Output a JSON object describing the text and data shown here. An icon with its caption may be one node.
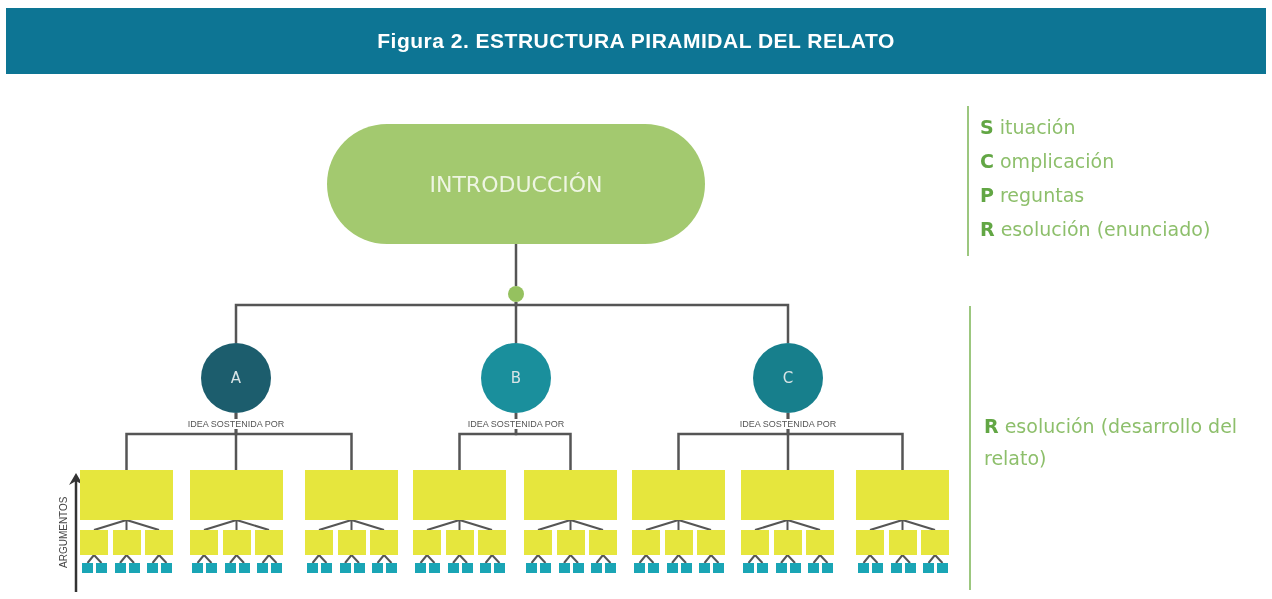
{
  "diagram": {
    "title": "Figura 2. ESTRUCTURA PIRAMIDAL DEL RELATO",
    "nodes": [
      {
        "text": [
          "INTRODUCCIÓN"
        ]
      },
      {
        "text": [],
        "shape": "circle"
      },
      {
        "text": [
          "A"
        ],
        "beside": [
          "IDEA SOSTENIDA POR"
        ]
      },
      {
        "text": [
          "B"
        ],
        "beside": [
          "IDEA SOSTENIDA POR"
        ]
      },
      {
        "text": [
          "C"
        ],
        "beside": [
          "IDEA SOSTENIDA POR"
        ]
      },
      {
        "text": [],
        "shape": "box"
      },
      {
        "text": [],
        "shape": "box"
      },
      {
        "text": [],
        "shape": "box"
      },
      {
        "text": [],
        "shape": "box"
      },
      {
        "text": [],
        "shape": "box"
      },
      {
        "text": [],
        "shape": "box"
      },
      {
        "text": [],
        "shape": "box"
      },
      {
        "text": [],
        "shape": "box"
      },
      {
        "text": [],
        "shape": "box"
      },
      {
        "text": [],
        "shape": "box"
      },
      {
        "text": [],
        "shape": "box"
      },
      {
        "text": [],
        "shape": "box"
      },
      {
        "text": [],
        "shape": "box"
      },
      {
        "text": [],
        "shape": "box"
      },
      {
        "text": [],
        "shape": "box"
      },
      {
        "text": [],
        "shape": "box"
      },
      {
        "text": [],
        "shape": "box"
      },
      {
        "text": [],
        "shape": "box"
      },
      {
        "text": [],
        "shape": "box"
      },
      {
        "text": [],
        "shape": "box"
      },
      {
        "text": [],
        "shape": "box"
      },
      {
        "text": [],
        "shape": "box"
      },
      {
        "text": [],
        "shape": "box"
      },
      {
        "text": [],
        "shape": "box"
      },
      {
        "text": [],
        "shape": "box"
      },
      {
        "text": [],
        "shape": "box"
      },
      {
        "text": [],
        "shape": "box"
      },
      {
        "text": [],
        "shape": "box"
      },
      {
        "text": [],
        "shape": "box"
      },
      {
        "text": [],
        "shape": "box"
      },
      {
        "text": [],
        "shape": "box"
      },
      {
        "text": [],
        "shape": "box"
      },
      {
        "text": [],
        "shape": "box"
      },
      {
        "text": [],
        "shape": "box"
      },
      {
        "text": [],
        "shape": "box"
      },
      {
        "text": [],
        "shape": "box"
      },
      {
        "text": [],
        "shape": "box"
      },
      {
        "text": [],
        "shape": "box"
      },
      {
        "text": [],
        "shape": "box"
      },
      {
        "text": [],
        "shape": "box"
      },
      {
        "text": [],
        "shape": "box"
      },
      {
        "text": [],
        "shape": "box"
      },
      {
        "text": [],
        "shape": "box"
      },
      {
        "text": [],
        "shape": "box"
      },
      {
        "text": [],
        "shape": "box"
      },
      {
        "text": [],
        "shape": "box"
      },
      {
        "text": [],
        "shape": "box"
      },
      {
        "text": [],
        "shape": "box"
      },
      {
        "text": [],
        "shape": "box"
      },
      {
        "text": [],
        "shape": "box"
      },
      {
        "text": [],
        "shape": "box"
      },
      {
        "text": [],
        "shape": "box"
      },
      {
        "text": [],
        "shape": "box"
      },
      {
        "text": [],
        "shape": "box"
      },
      {
        "text": [],
        "shape": "box"
      },
      {
        "text": [],
        "shape": "box"
      },
      {
        "text": [],
        "shape": "box"
      },
      {
        "text": [],
        "shape": "box"
      },
      {
        "text": [],
        "shape": "box"
      },
      {
        "text": [],
        "shape": "box"
      },
      {
        "text": [],
        "shape": "box"
      },
      {
        "text": [],
        "shape": "box"
      },
      {
        "text": [],
        "shape": "box"
      },
      {
        "text": [],
        "shape": "box"
      },
      {
        "text": [],
        "shape": "box"
      },
      {
        "text": [],
        "shape": "box"
      },
      {
        "text": [],
        "shape": "box"
      },
      {
        "text": [],
        "shape": "box"
      },
      {
        "text": [],
        "shape": "box"
      },
      {
        "text": [],
        "shape": "box"
      },
      {
        "text": [],
        "shape": "box"
      },
      {
        "text": [],
        "shape": "box"
      },
      {
        "text": [],
        "shape": "box"
      },
      {
        "text": [],
        "shape": "box"
      },
      {
        "text": [],
        "shape": "box"
      },
      {
        "text": [],
        "shape": "box"
      },
      {
        "text": [],
        "shape": "box"
      },
      {
        "text": [],
        "shape": "box"
      },
      {
        "text": [],
        "shape": "box"
      },
      {
        "text": [],
        "shape": "box"
      }
    ],
    "edges": [
      {
        "from": 0,
        "to": 1,
        "arrow": "none"
      },
      {
        "from": 1,
        "to": 2,
        "arrow": "none"
      },
      {
        "from": 1,
        "to": 3,
        "arrow": "none"
      },
      {
        "from": 1,
        "to": 4,
        "arrow": "none"
      },
      {
        "from": 2,
        "to": 5,
        "arrow": "none"
      },
      {
        "from": 2,
        "to": 6,
        "arrow": "none"
      },
      {
        "from": 2,
        "to": 7,
        "arrow": "none"
      },
      {
        "from": 3,
        "to": 8,
        "arrow": "none"
      },
      {
        "from": 3,
        "to": 9,
        "arrow": "none"
      },
      {
        "from": 4,
        "to": 10,
        "arrow": "none"
      },
      {
        "from": 4,
        "to": 11,
        "arrow": "none"
      },
      {
        "from": 4,
        "to": 12,
        "arrow": "none"
      },
      {
        "from": 5,
        "to": 13,
        "arrow": "none"
      },
      {
        "from": 5,
        "to": 14,
        "arrow": "none"
      },
      {
        "from": 5,
        "to": 15,
        "arrow": "none"
      },
      {
        "from": 6,
        "to": 16,
        "arrow": "none"
      },
      {
        "from": 6,
        "to": 17,
        "arrow": "none"
      },
      {
        "from": 6,
        "to": 18,
        "arrow": "none"
      },
      {
        "from": 7,
        "to": 19,
        "arrow": "none"
      },
      {
        "from": 7,
        "to": 20,
        "arrow": "none"
      },
      {
        "from": 7,
        "to": 21,
        "arrow": "none"
      },
      {
        "from": 8,
        "to": 22,
        "arrow": "none"
      },
      {
        "from": 8,
        "to": 23,
        "arrow": "none"
      },
      {
        "from": 8,
        "to": 24,
        "arrow": "none"
      },
      {
        "from": 9,
        "to": 25,
        "arrow": "none"
      },
      {
        "from": 9,
        "to": 26,
        "arrow": "none"
      },
      {
        "from": 9,
        "to": 27,
        "arrow": "none"
      },
      {
        "from": 10,
        "to": 28,
        "arrow": "none"
      },
      {
        "from": 10,
        "to": 29,
        "arrow": "none"
      },
      {
        "from": 10,
        "to": 30,
        "arrow": "none"
      },
      {
        "from": 11,
        "to": 31,
        "arrow": "none"
      },
      {
        "from": 11,
        "to": 32,
        "arrow": "none"
      },
      {
        "from": 11,
        "to": 33,
        "arrow": "none"
      },
      {
        "from": 12,
        "to": 34,
        "arrow": "none"
      },
      {
        "from": 12,
        "to": 35,
        "arrow": "none"
      },
      {
        "from": 12,
        "to": 36,
        "arrow": "none"
      },
      {
        "from": 13,
        "to": 37,
        "arrow": "none"
      },
      {
        "from": 13,
        "to": 38,
        "arrow": "none"
      },
      {
        "from": 14,
        "to": 39,
        "arrow": "none"
      },
      {
        "from": 14,
        "to": 40,
        "arrow": "none"
      },
      {
        "from": 15,
        "to": 41,
        "arrow": "none"
      },
      {
        "from": 15,
        "to": 42,
        "arrow": "none"
      },
      {
        "from": 16,
        "to": 43,
        "arrow": "none"
      },
      {
        "from": 16,
        "to": 44,
        "arrow": "none"
      },
      {
        "from": 17,
        "to": 45,
        "arrow": "none"
      },
      {
        "from": 17,
        "to": 46,
        "arrow": "none"
      },
      {
        "from": 18,
        "to": 47,
        "arrow": "none"
      },
      {
        "from": 18,
        "to": 48,
        "arrow": "none"
      },
      {
        "from": 19,
        "to": 49,
        "arrow": "none"
      },
      {
        "from": 19,
        "to": 50,
        "arrow": "none"
      },
      {
        "from": 20,
        "to": 51,
        "arrow": "none"
      },
      {
        "from": 20,
        "to": 52,
        "arrow": "none"
      },
      {
        "from": 21,
        "to": 53,
        "arrow": "none"
      },
      {
        "from": 21,
        "to": 54,
        "arrow": "none"
      },
      {
        "from": 22,
        "to": 55,
        "arrow": "none"
      },
      {
        "from": 22,
        "to": 56,
        "arrow": "none"
      },
      {
        "from": 23,
        "to": 57,
        "arrow": "none"
      },
      {
        "from": 23,
        "to": 58,
        "arrow": "none"
      },
      {
        "from": 24,
        "to": 59,
        "arrow": "none"
      },
      {
        "from": 24,
        "to": 60,
        "arrow": "none"
      },
      {
        "from": 25,
        "to": 61,
        "arrow": "none"
      },
      {
        "from": 25,
        "to": 62,
        "arrow": "none"
      },
      {
        "from": 26,
        "to": 63,
        "arrow": "none"
      },
      {
        "from": 26,
        "to": 64,
        "arrow": "none"
      },
      {
        "from": 27,
        "to": 65,
        "arrow": "none"
      },
      {
        "from": 27,
        "to": 66,
        "arrow": "none"
      },
      {
        "from": 28,
        "to": 67,
        "arrow": "none"
      },
      {
        "from": 28,
        "to": 68,
        "arrow": "none"
      },
      {
        "from": 29,
        "to": 69,
        "arrow": "none"
      },
      {
        "from": 29,
        "to": 70,
        "arrow": "none"
      },
      {
        "from": 30,
        "to": 71,
        "arrow": "none"
      },
      {
        "from": 30,
        "to": 72,
        "arrow": "none"
      },
      {
        "from": 31,
        "to": 73,
        "arrow": "none"
      },
      {
        "from": 31,
        "to": 74,
        "arrow": "none"
      },
      {
        "from": 32,
        "to": 75,
        "arrow": "none"
      },
      {
        "from": 32,
        "to": 76,
        "arrow": "none"
      },
      {
        "from": 33,
        "to": 77,
        "arrow": "none"
      },
      {
        "from": 33,
        "to": 78,
        "arrow": "none"
      },
      {
        "from": 34,
        "to": 79,
        "arrow": "none"
      },
      {
        "from": 34,
        "to": 80,
        "arrow": "none"
      },
      {
        "from": 35,
        "to": 81,
        "arrow": "none"
      },
      {
        "from": 35,
        "to": 82,
        "arrow": "none"
      },
      {
        "from": 36,
        "to": 83,
        "arrow": "none"
      },
      {
        "from": 36,
        "to": 84,
        "arrow": "none"
      }
    ],
    "labels": [
      "ARGUMENTOS",
      "**S** ituación",
      "**C** omplicación",
      "**P** reguntas",
      "**R** esolución (enunciado)",
      "**R** esolución (desarrollo del relato)"
    ]
  }
}
